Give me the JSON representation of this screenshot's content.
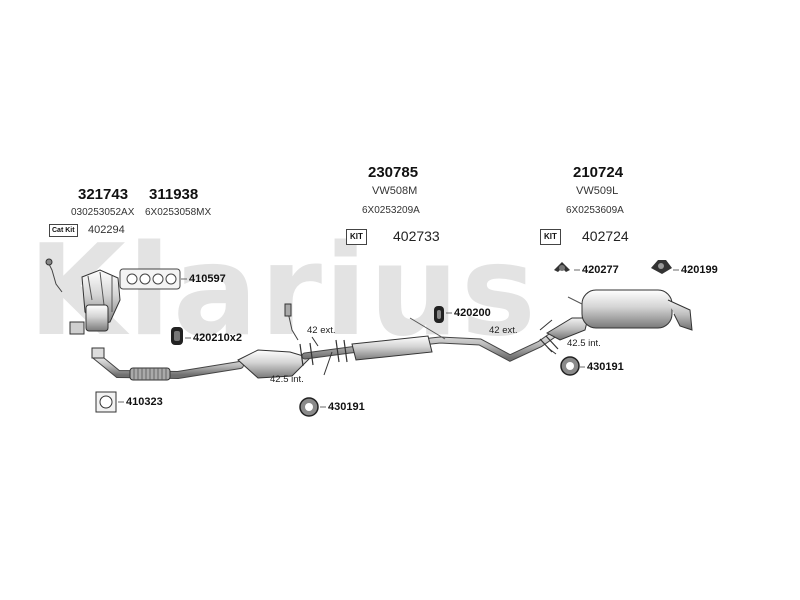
{
  "watermark": "Klarius",
  "groups": {
    "front": {
      "codes": [
        "321743",
        "311938"
      ],
      "oem": [
        "030253052AX",
        "6X0253058MX"
      ],
      "catkit_label": "Cat Kit",
      "catkit_code": "402294"
    },
    "middle": {
      "code": "230785",
      "model": "VW508M",
      "oem": "6X0253209A",
      "kit_label": "KIT",
      "kit_code": "402733"
    },
    "rear": {
      "code": "210724",
      "model": "VW509L",
      "oem": "6X0253609A",
      "kit_label": "KIT",
      "kit_code": "402724"
    }
  },
  "parts": {
    "gasket_manifold": "410597",
    "mount_front": "420210x2",
    "gasket_flange": "410323",
    "clamp_front": "430191",
    "mount_middle": "420200",
    "bracket_rear": "420277",
    "mount_rear": "420199",
    "clamp_rear": "430191"
  },
  "dimensions": {
    "front_ext": "42 ext.",
    "front_int": "42.5 int.",
    "rear_ext": "42 ext.",
    "rear_int": "42.5 int."
  }
}
